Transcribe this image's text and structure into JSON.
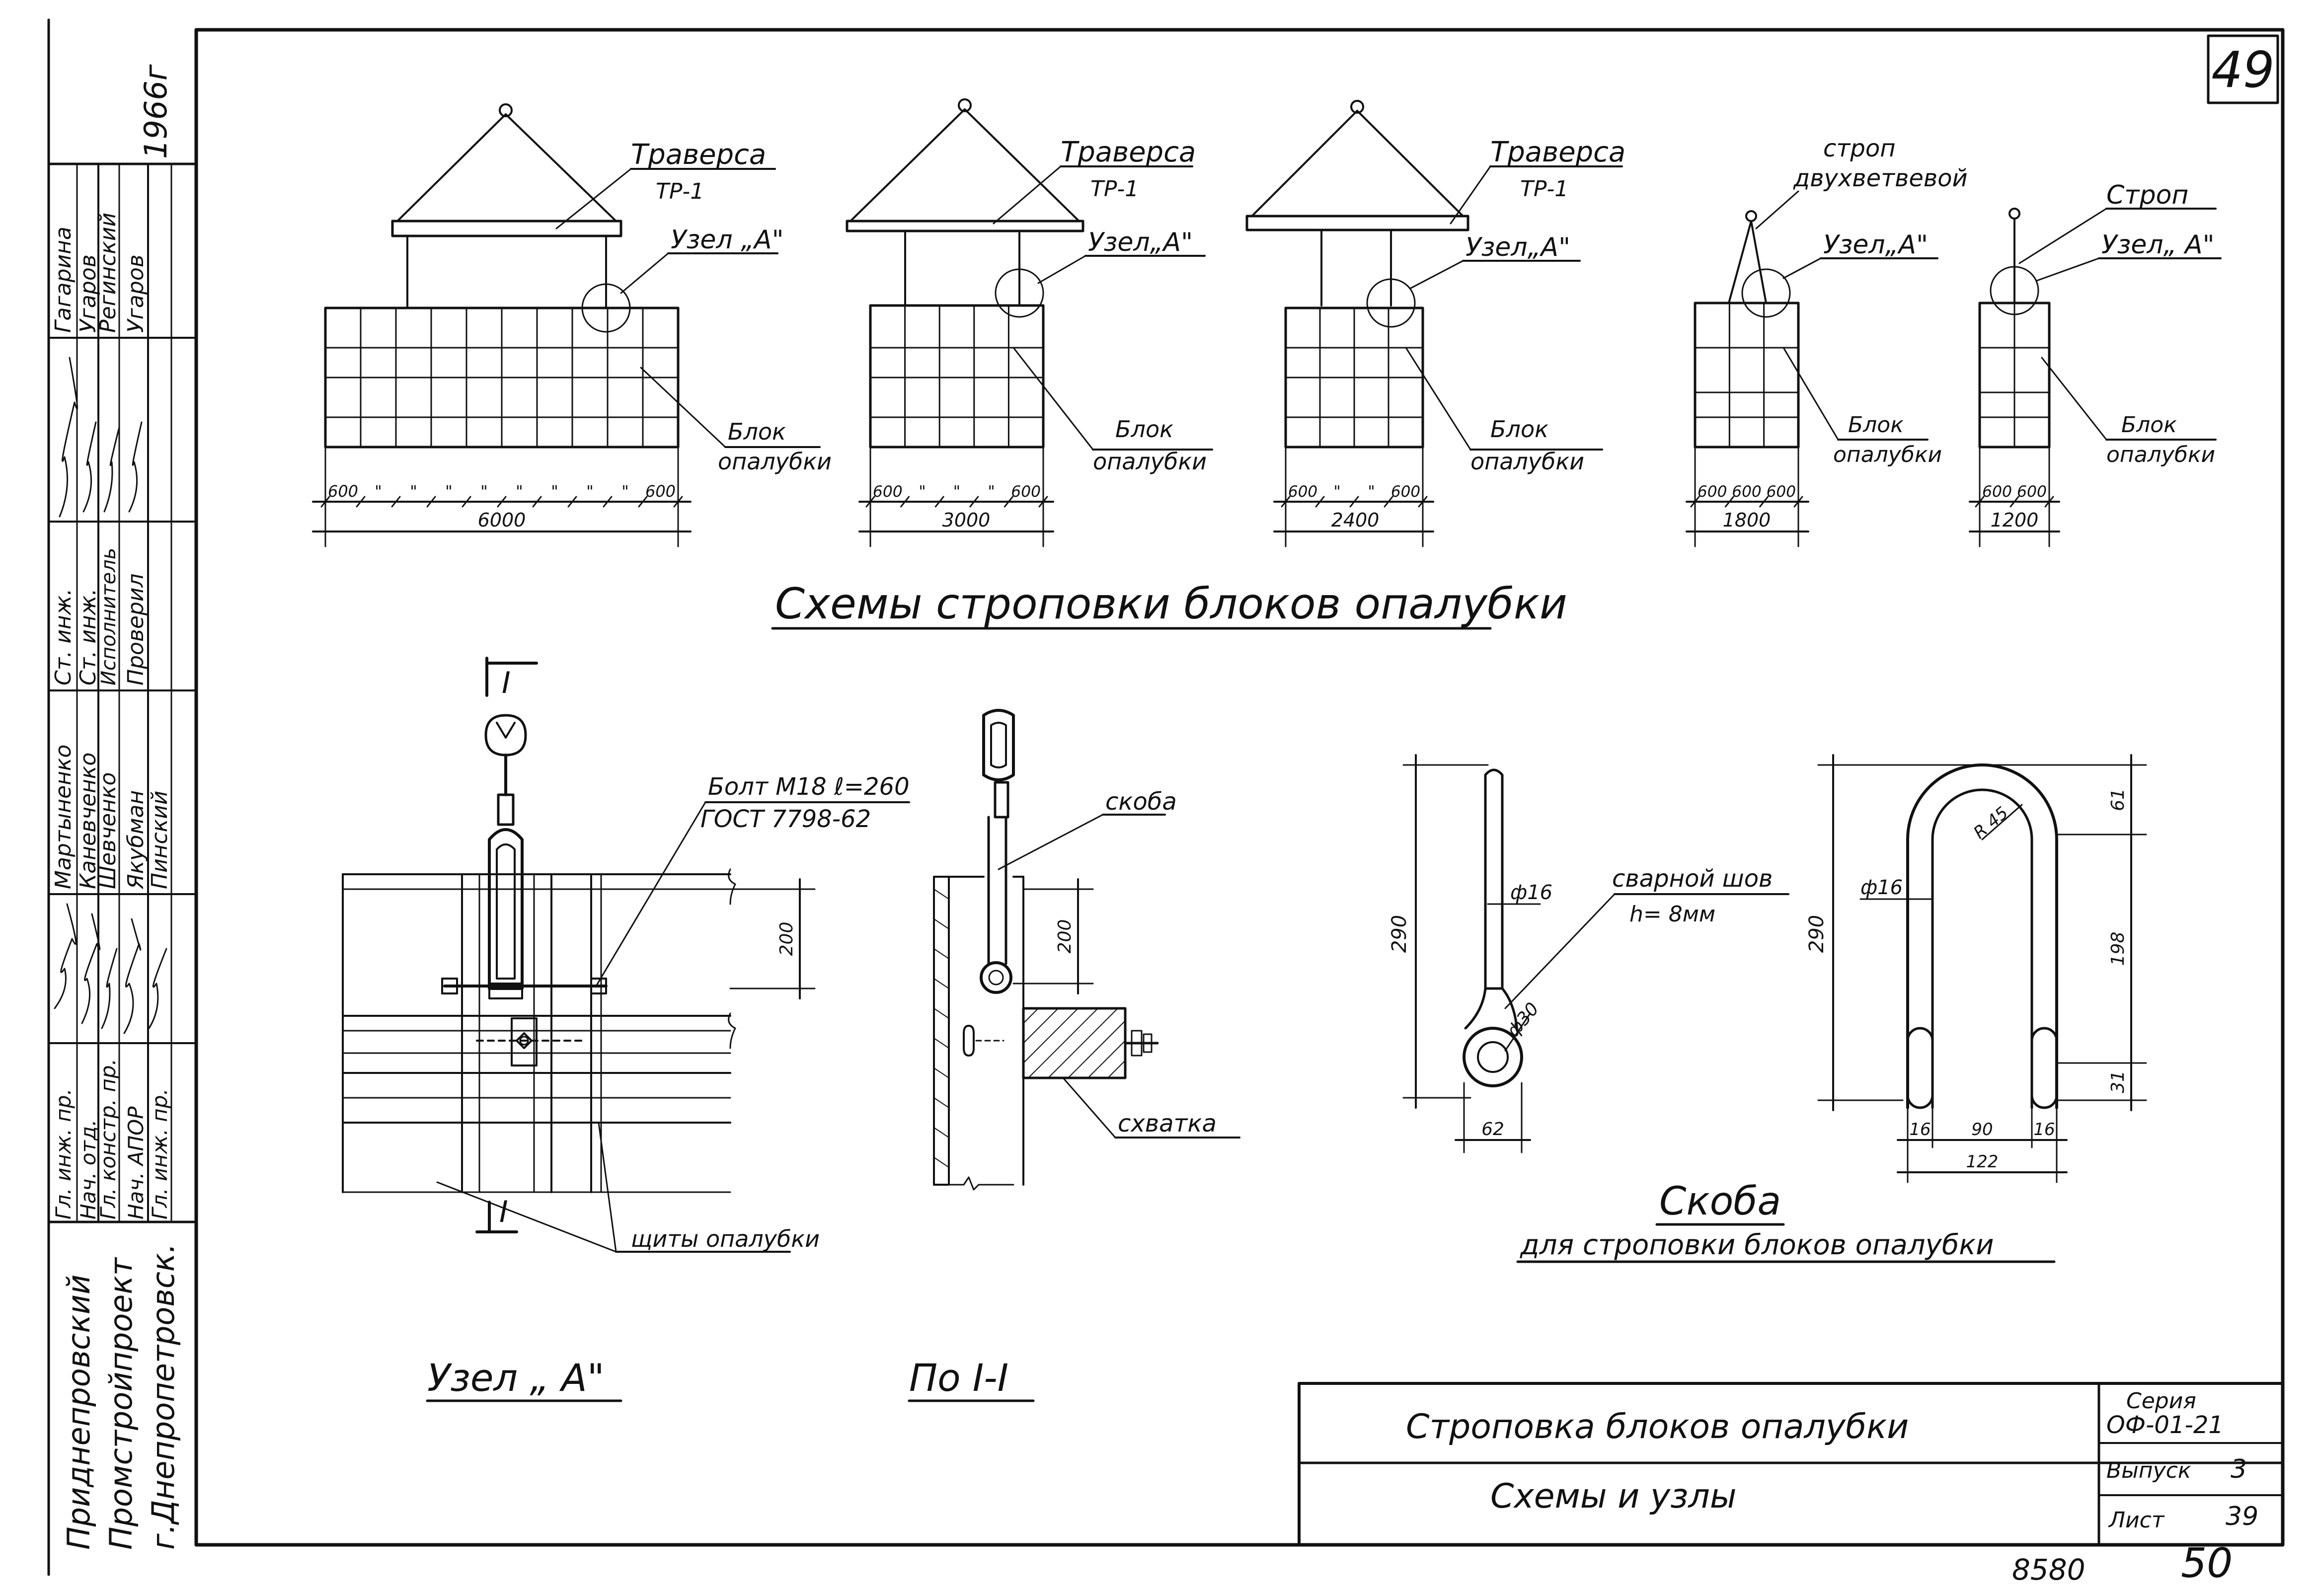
{
  "sheet_number": "49",
  "stamp": {
    "org": [
      "Приднепровский",
      "Промстройпроект",
      "г.Днепропетровск."
    ],
    "year": "1966г",
    "rows": [
      {
        "role": "Гл. инж. пр.",
        "name": "Мартыненко"
      },
      {
        "role": "Нач. отд.",
        "name": "Каневченко"
      },
      {
        "role": "Гл. констр. пр.",
        "name": "Шевченко"
      },
      {
        "role": "Нач. АПОР",
        "name": "Якубман"
      },
      {
        "role": "Гл. инж. пр.",
        "name": "Пинский"
      },
      {
        "role": "Ст. инж.",
        "name": "Гагарина"
      },
      {
        "role": "Ст. инж.",
        "name": "Угаров"
      },
      {
        "role": "Исполнитель",
        "name": "Регинский"
      },
      {
        "role": "Проверил",
        "name": "Угаров"
      }
    ]
  },
  "schemes": {
    "title": "Схемы строповки блоков опалубки",
    "items": [
      {
        "id": "s6000",
        "traverse": "Траверса",
        "traverse_code": "ТР-1",
        "node": "Узел „А\"",
        "block_label": [
          "Блок",
          "опалубки"
        ],
        "modules": [
          "600",
          "\"",
          "\"",
          "\"",
          "\"",
          "\"",
          "\"",
          "\"",
          "\"",
          "600"
        ],
        "total": "6000"
      },
      {
        "id": "s3000",
        "traverse": "Траверса",
        "traverse_code": "ТР-1",
        "node": "Узел„А\"",
        "block_label": [
          "Блок",
          "опалубки"
        ],
        "modules": [
          "600",
          "\"",
          "\"",
          "\"",
          "600"
        ],
        "total": "3000"
      },
      {
        "id": "s2400",
        "traverse": "Траверса",
        "traverse_code": "ТР-1",
        "node": "Узел„А\"",
        "block_label": [
          "Блок",
          "опалубки"
        ],
        "modules": [
          "600",
          "\"",
          "\"",
          "600"
        ],
        "total": "2400"
      },
      {
        "id": "s1800",
        "sling": [
          "строп",
          "двухветвевой"
        ],
        "node": "Узел„А\"",
        "block_label": [
          "Блок",
          "опалубки"
        ],
        "modules": [
          "600",
          "600",
          "600"
        ],
        "total": "1800"
      },
      {
        "id": "s1200",
        "sling": [
          "Строп"
        ],
        "node": "Узел„ А\"",
        "block_label": [
          "Блок",
          "опалубки"
        ],
        "modules": [
          "600",
          "600"
        ],
        "total": "1200"
      }
    ]
  },
  "node_a": {
    "section_mark": "I",
    "bolt": [
      "Болт М18 ℓ=260",
      "ГОСТ 7798-62"
    ],
    "dim_200": "200",
    "panels": "щиты опалубки",
    "caption": "Узел „ А\""
  },
  "section_1_1": {
    "bracket": "скоба",
    "clamp": "схватка",
    "dim_200": "200",
    "caption": "По I-I"
  },
  "bracket": {
    "weld": [
      "сварной шов",
      "h= 8мм"
    ],
    "dia_rod": "ф16",
    "dia_eye": "ф30",
    "height": "290",
    "eye_width": "62",
    "u_height": "290",
    "u_radius": "R 45",
    "u_dia": "ф16",
    "u_top": "61",
    "u_mid": "198",
    "u_bottom": "31",
    "u_w_left": "16",
    "u_w_mid": "90",
    "u_w_right": "16",
    "u_w_total": "122",
    "title": "Скоба",
    "subtitle": "для строповки блоков опалубки"
  },
  "title_block": {
    "title": "Строповка блоков опалубки",
    "subtitle": "Схемы и узлы",
    "series_label": "Серия",
    "series": "ОФ-01-21",
    "issue_label": "Выпуск",
    "issue": "3",
    "sheet_label": "Лист",
    "sheet": "39"
  },
  "footer": {
    "left": "8580",
    "right": "50"
  }
}
